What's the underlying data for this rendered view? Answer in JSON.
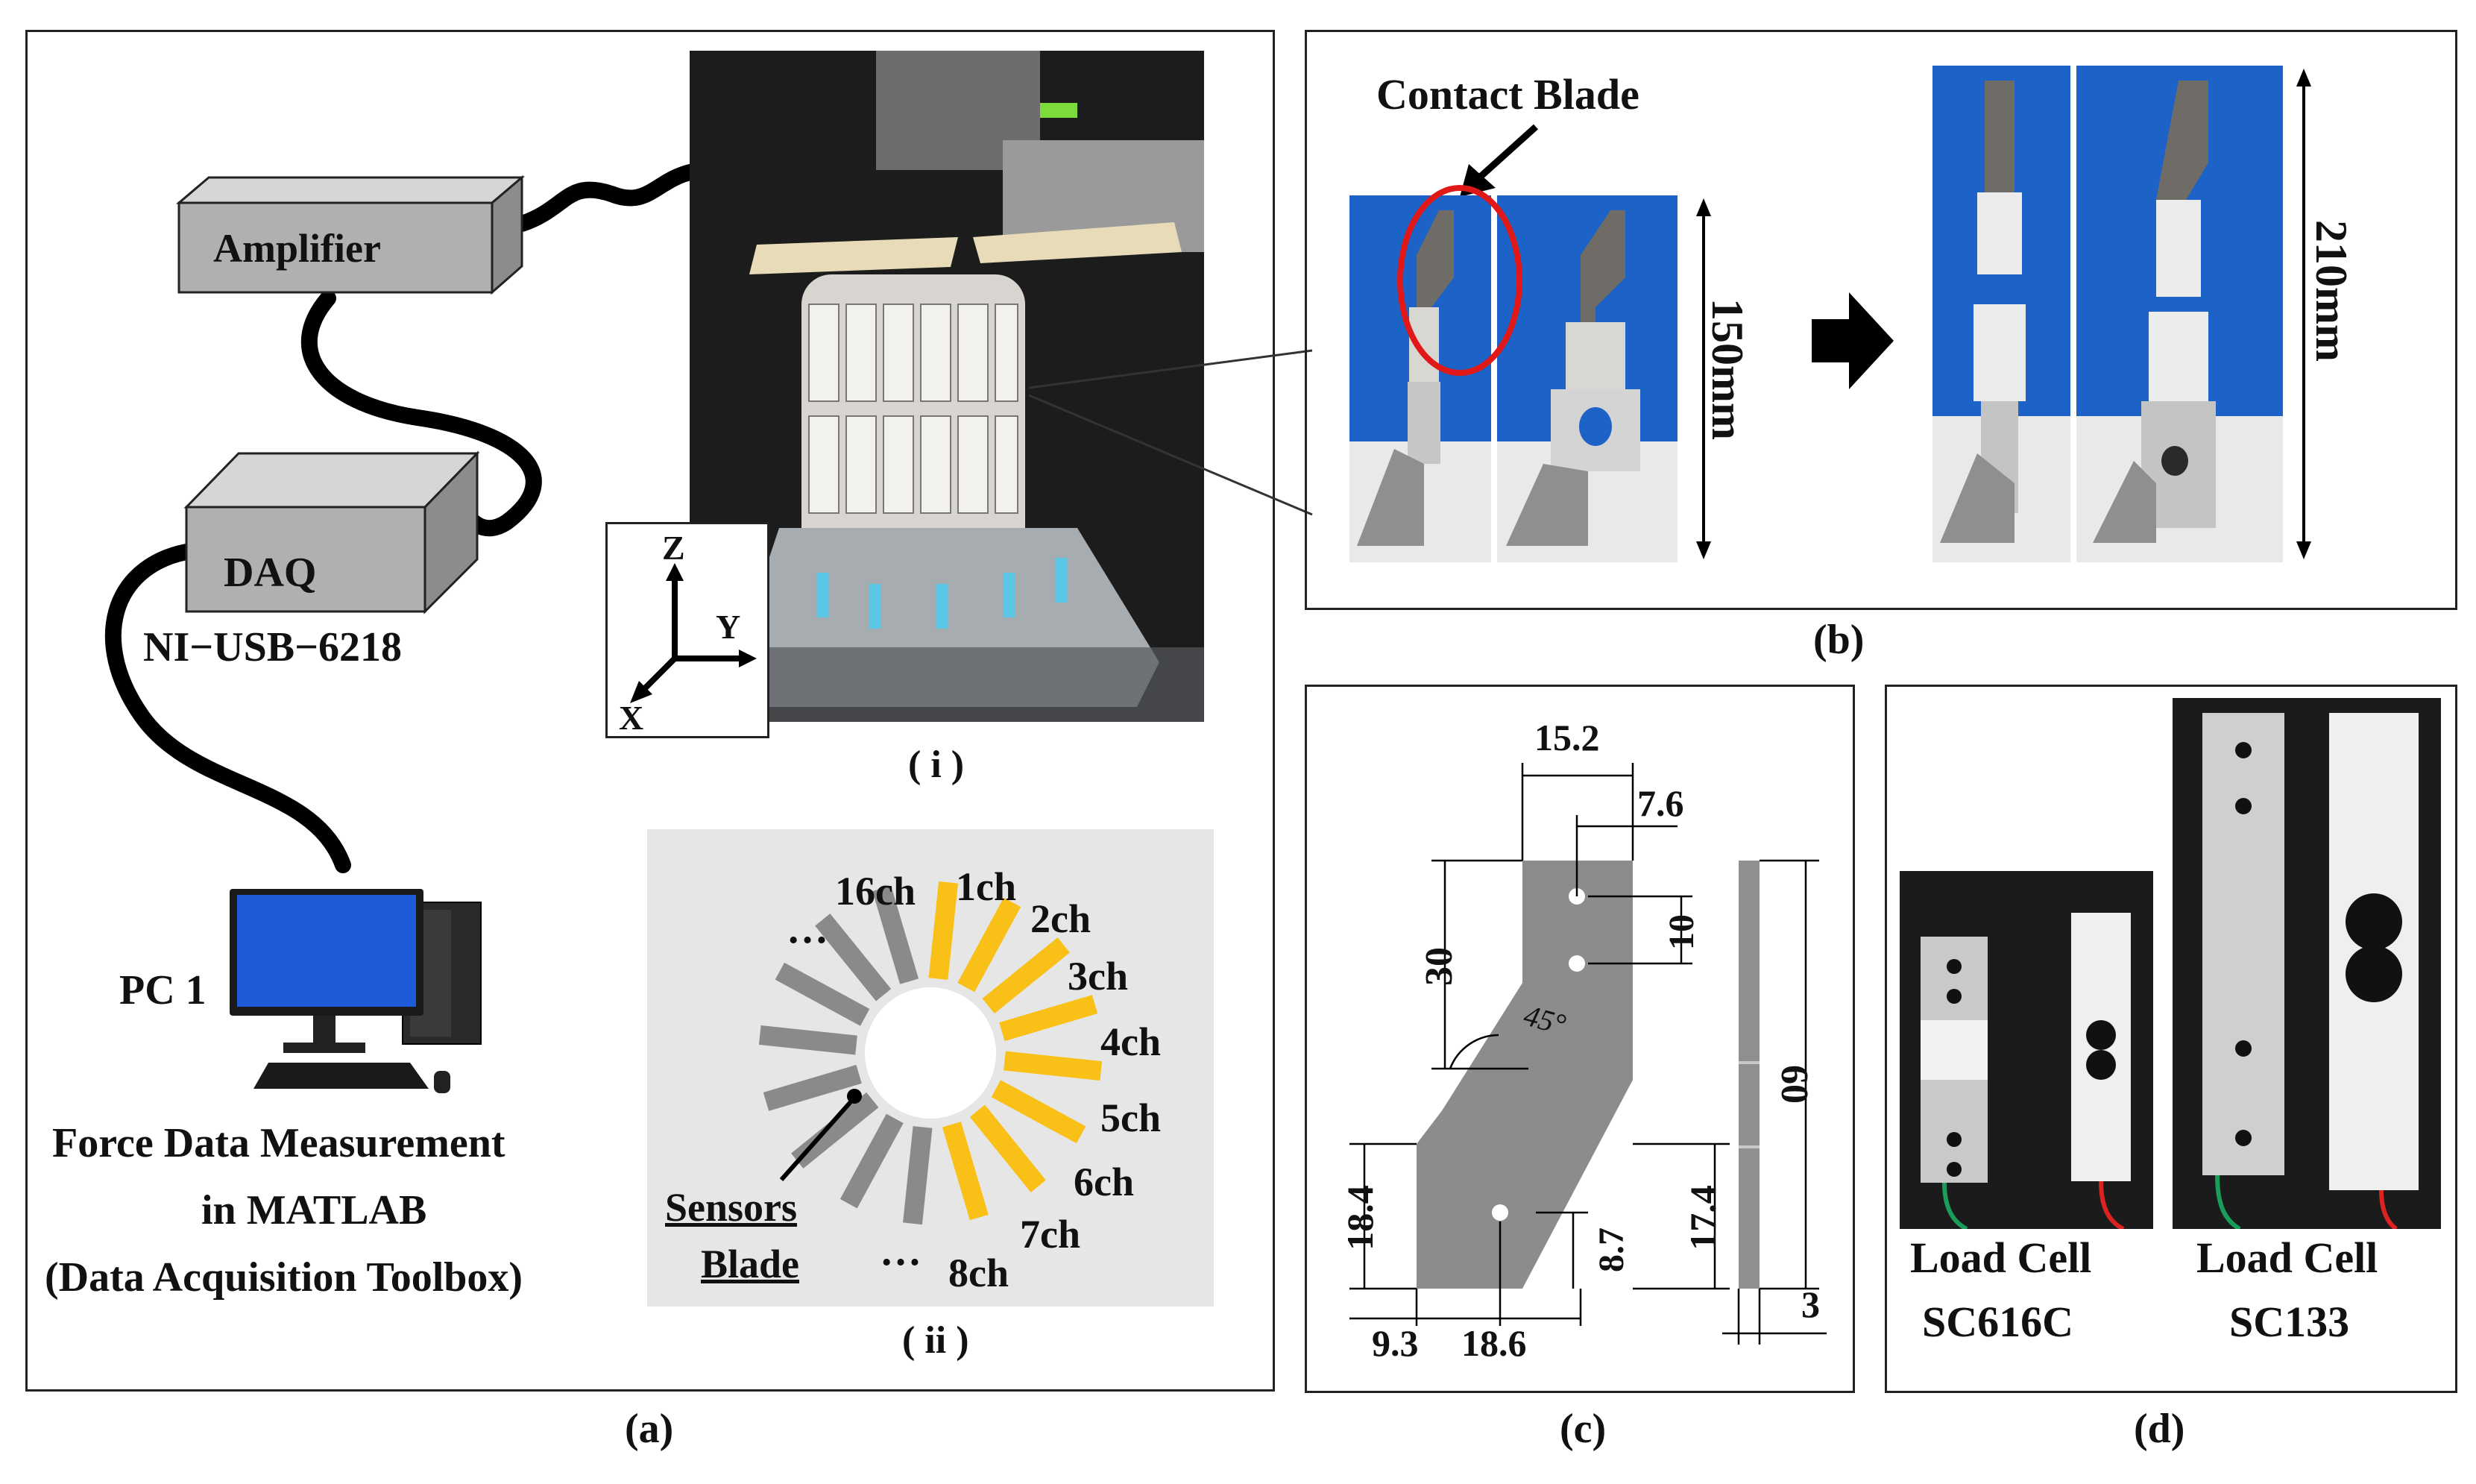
{
  "panel_a": {
    "caption": "(a)",
    "amplifier_label": "Amplifier",
    "daq_label": "DAQ",
    "daq_model": "NI−USB−6218",
    "pc_label": "PC 1",
    "software_lines": [
      "Force Data Measurement",
      "in MATLAB",
      "(Data Acquisition Toolbox)"
    ],
    "photo_caption": "( i )",
    "axes": {
      "z": "Z",
      "y": "Y",
      "x": "X"
    },
    "channel_diagram": {
      "caption": "( ii )",
      "sensor_label": "Sensors",
      "blade_label": "Blade",
      "ellipsis_top": "…",
      "ellipsis_bottom": "…",
      "channels": [
        "16ch",
        "1ch",
        "2ch",
        "3ch",
        "4ch",
        "5ch",
        "6ch",
        "7ch",
        "8ch"
      ],
      "highlight_color": "#f9c018",
      "inactive_color": "#8a8a8a"
    }
  },
  "panel_b": {
    "caption": "(b)",
    "callout": "Contact Blade",
    "short_length": "150mm",
    "long_length": "210mm",
    "highlight_color": "#e01818"
  },
  "panel_c": {
    "caption": "(c)",
    "dims": {
      "d152": "15.2",
      "d76": "7.6",
      "d30": "30",
      "d10": "10",
      "angle": "45°",
      "d60": "60",
      "d184": "18.4",
      "d87": "8.7",
      "d174": "17.4",
      "d93": "9.3",
      "d186": "18.6",
      "d3": "3"
    }
  },
  "panel_d": {
    "caption": "(d)",
    "cell1_line1": "Load Cell",
    "cell1_line2": "SC616C",
    "cell2_line1": "Load Cell",
    "cell2_line2": "SC133"
  }
}
